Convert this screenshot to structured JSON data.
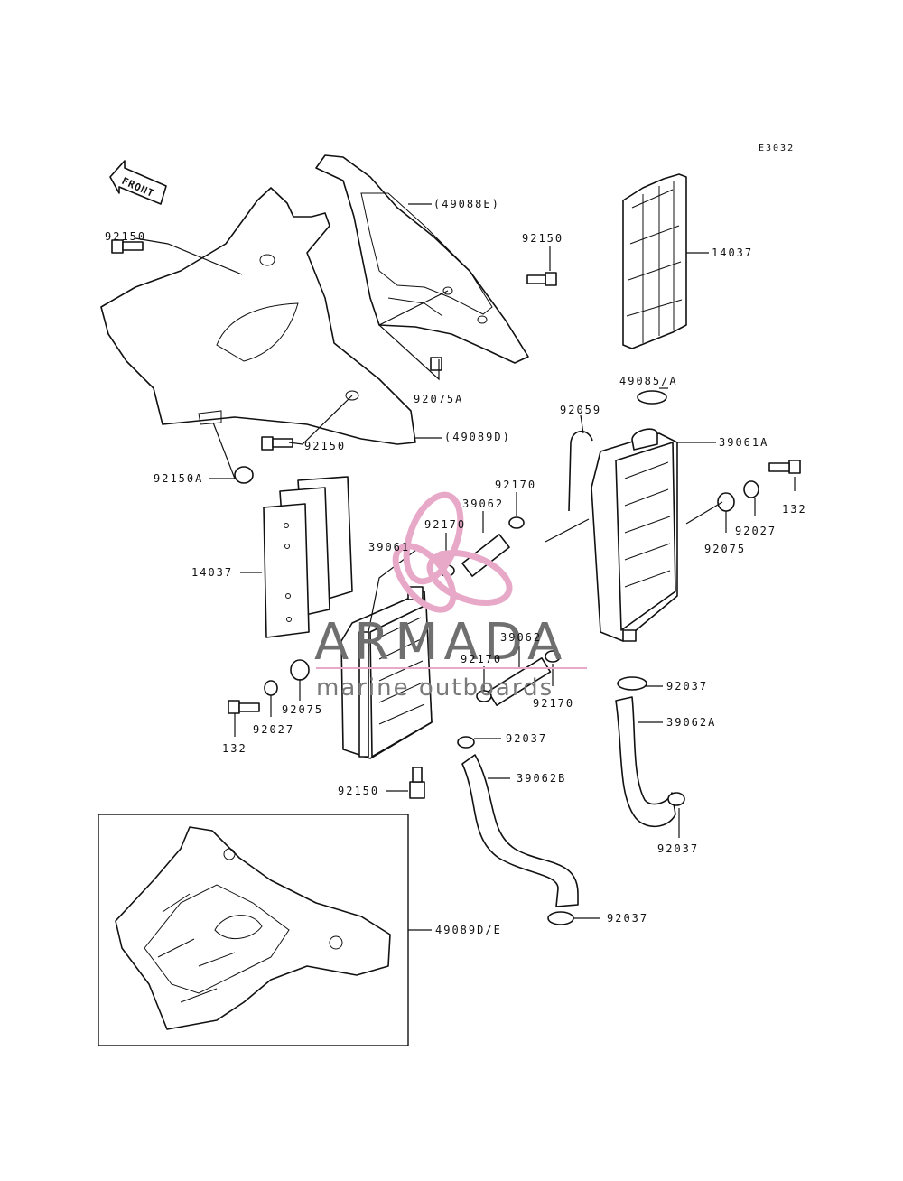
{
  "diagram_code": "E3032",
  "front_label": "FRONT",
  "watermark": {
    "brand": "ARMADA",
    "tagline": "marine outboards",
    "accent_color": "#e8a9c8"
  },
  "labels": {
    "l_49088e": "(49088E)",
    "l_14037_top": "14037",
    "l_92150_tl": "92150",
    "l_92150_tr": "92150",
    "l_92075a": "92075A",
    "l_49085a": "49085/A",
    "l_92059": "92059",
    "l_39061a": "39061A",
    "l_92150_mid": "92150",
    "l_49089d": "(49089D)",
    "l_92150a": "92150A",
    "l_92170_a": "92170",
    "l_39062_a": "39062",
    "l_92170_b": "92170",
    "l_39061": "39061",
    "l_14037_left": "14037",
    "l_132_right": "132",
    "l_92027_right": "92027",
    "l_92075_right": "92075",
    "l_39062_b": "39062",
    "l_92170_c": "92170",
    "l_92170_d": "92170",
    "l_92037_a": "92037",
    "l_39062a": "39062A",
    "l_92075_left": "92075",
    "l_92027_left": "92027",
    "l_132_left": "132",
    "l_92037_b": "92037",
    "l_92150_bot": "92150",
    "l_39062b": "39062B",
    "l_92037_c": "92037",
    "l_49089de": "49089D/E",
    "l_92037_d": "92037"
  }
}
